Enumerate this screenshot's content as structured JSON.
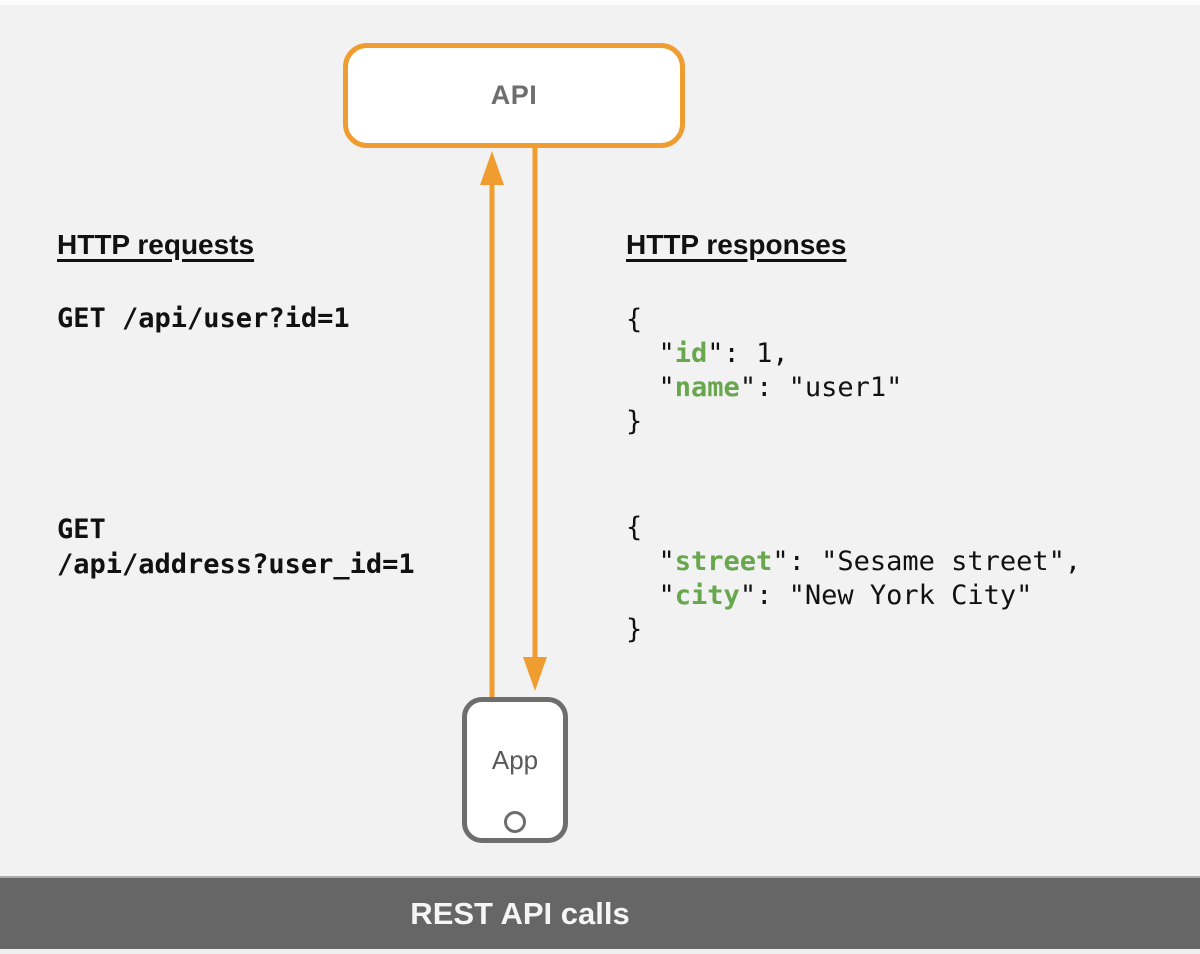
{
  "colors": {
    "background": "#F2F2F2",
    "accent-orange": "#EF9C30",
    "node-gray": "#6E6E6E",
    "text-dark": "#111111",
    "code-green": "#68A74E",
    "footer-bg": "#666666",
    "footer-text": "#F5F5F5"
  },
  "nodes": {
    "api": {
      "label": "API"
    },
    "app": {
      "label": "App"
    }
  },
  "requests": {
    "heading": "HTTP requests",
    "items": [
      {
        "text": "GET /api/user?id=1"
      },
      {
        "text": "GET\n/api/address?user_id=1"
      }
    ]
  },
  "responses": {
    "heading": "HTTP responses",
    "blocks": [
      {
        "lines": [
          [
            {
              "text": "{"
            }
          ],
          [
            {
              "text": "  \""
            },
            {
              "text": "id",
              "key": true
            },
            {
              "text": "\": 1,"
            }
          ],
          [
            {
              "text": "  \""
            },
            {
              "text": "name",
              "key": true
            },
            {
              "text": "\": \"user1\""
            }
          ],
          [
            {
              "text": "}"
            }
          ]
        ]
      },
      {
        "lines": [
          [
            {
              "text": "{"
            }
          ],
          [
            {
              "text": "  \""
            },
            {
              "text": "street",
              "key": true
            },
            {
              "text": "\": \"Sesame street\","
            }
          ],
          [
            {
              "text": "  \""
            },
            {
              "text": "city",
              "key": true
            },
            {
              "text": "\": \"New York City\""
            }
          ],
          [
            {
              "text": "}"
            }
          ]
        ]
      }
    ]
  },
  "footer": {
    "label": "REST API calls"
  }
}
